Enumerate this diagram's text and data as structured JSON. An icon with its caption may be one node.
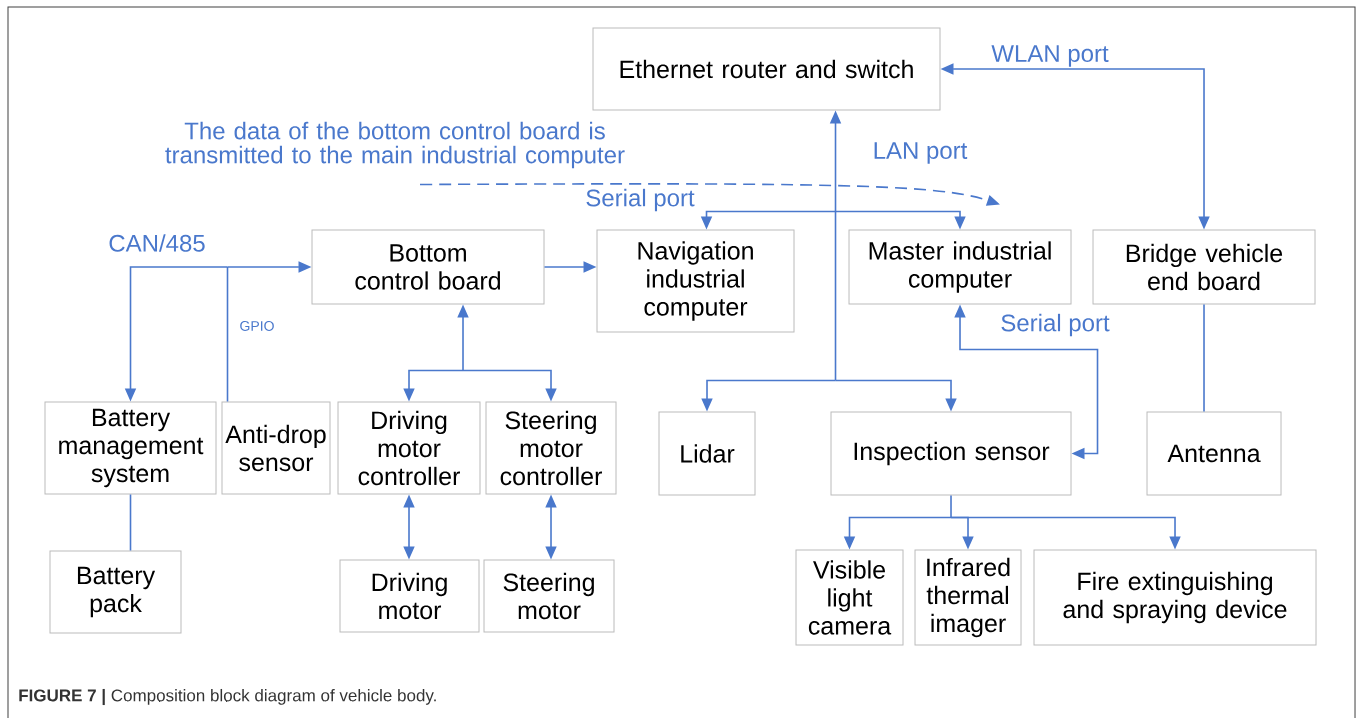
{
  "diagram": {
    "caption": "**FIGURE 7 |** Composition block diagram of vehicle body.",
    "nodes": [
      {
        "text": [
          "Ethernet router and switch"
        ]
      },
      {
        "text": [
          "Bottom control board"
        ]
      },
      {
        "text": [
          "Navigation industrial computer"
        ]
      },
      {
        "text": [
          "Master industrial computer"
        ]
      },
      {
        "text": [
          "Bridge vehicle end board"
        ]
      },
      {
        "text": [
          "Battery management system"
        ]
      },
      {
        "text": [
          "Anti-drop sensor"
        ]
      },
      {
        "text": [
          "Driving motor controller"
        ]
      },
      {
        "text": [
          "Steering motor controller"
        ]
      },
      {
        "text": [
          "Lidar"
        ]
      },
      {
        "text": [
          "Inspection sensor"
        ]
      },
      {
        "text": [
          "Antenna"
        ]
      },
      {
        "text": [
          "Battery pack"
        ]
      },
      {
        "text": [
          "Driving motor"
        ]
      },
      {
        "text": [
          "Steering motor"
        ]
      },
      {
        "text": [
          "Visible light camera"
        ]
      },
      {
        "text": [
          "Infrared thermal imager"
        ]
      },
      {
        "text": [
          "Fire extinguishing and spraying device"
        ]
      }
    ],
    "edges": [
      {
        "from": 1,
        "to": 5,
        "arrow": "both",
        "label": "CAN/485"
      },
      {
        "from": 6,
        "to": 1,
        "arrow": "to",
        "label": "GPIO"
      },
      {
        "from": 1,
        "to": 2,
        "arrow": "to"
      },
      {
        "from": 2,
        "to": 3,
        "arrow": "both",
        "label": "Serial port"
      },
      {
        "from": 9,
        "to": 0,
        "arrow": "both",
        "label": "LAN port"
      },
      {
        "from": 10,
        "to": 0,
        "arrow": "both"
      },
      {
        "from": 4,
        "to": 0,
        "arrow": "both",
        "label": "WLAN port"
      },
      {
        "from": 4,
        "to": 11,
        "arrow": "none"
      },
      {
        "from": 10,
        "to": 3,
        "arrow": "both",
        "label": "Serial port"
      },
      {
        "from": 1,
        "to": 7,
        "arrow": "both"
      },
      {
        "from": 1,
        "to": 8,
        "arrow": "both"
      },
      {
        "from": 7,
        "to": 13,
        "arrow": "both"
      },
      {
        "from": 8,
        "to": 14,
        "arrow": "both"
      },
      {
        "from": 5,
        "to": 12,
        "arrow": "none"
      },
      {
        "from": 10,
        "to": 15,
        "arrow": "to"
      },
      {
        "from": 10,
        "to": 16,
        "arrow": "to"
      },
      {
        "from": 10,
        "to": 17,
        "arrow": "to"
      },
      {
        "from": 1,
        "to": 3,
        "arrow": "to",
        "style": "dashed",
        "label": "The data of the bottom control board is transmitted to the main industrial computer"
      }
    ]
  }
}
